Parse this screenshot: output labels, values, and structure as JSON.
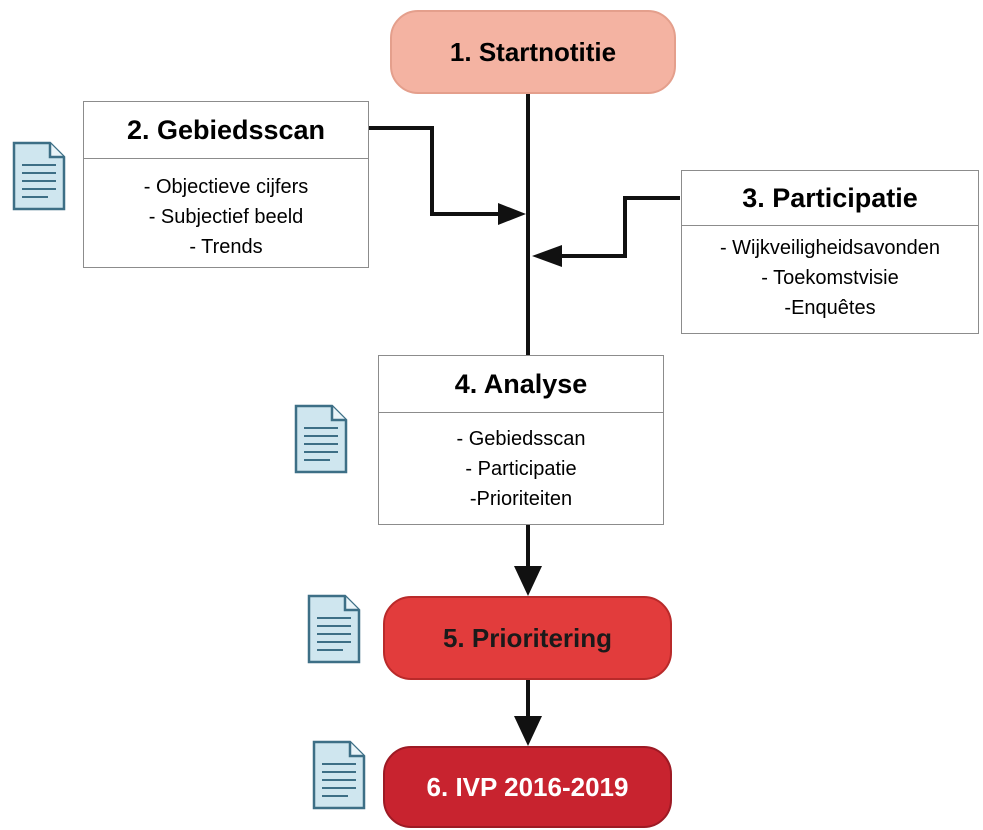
{
  "nodes": {
    "startnotitie": {
      "title": "1. Startnotitie",
      "color": "#f4b3a2"
    },
    "gebiedsscan": {
      "title": "2. Gebiedsscan",
      "items": [
        "- Objectieve cijfers",
        "- Subjectief beeld",
        "- Trends"
      ]
    },
    "participatie": {
      "title": "3. Participatie",
      "items": [
        "- Wijkveiligheidsavonden",
        "- Toekomstvisie",
        "-Enquêtes"
      ]
    },
    "analyse": {
      "title": "4. Analyse",
      "items": [
        "- Gebiedsscan",
        "- Participatie",
        "-Prioriteiten"
      ]
    },
    "prioritering": {
      "title": "5. Prioritering",
      "color": "#e23c3c"
    },
    "ivp": {
      "title": "6. IVP 2016-2019",
      "color": "#c8232f"
    }
  },
  "colors": {
    "connector": "#111111",
    "doc_icon_fill": "#cfe6ef",
    "doc_icon_stroke": "#3d6f86"
  }
}
